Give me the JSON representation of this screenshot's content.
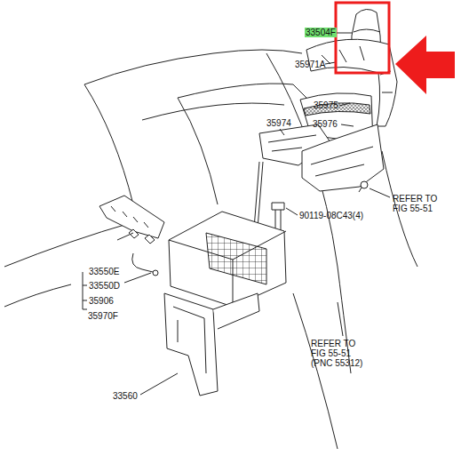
{
  "diagram": {
    "labels": [
      "33504F",
      "35971A",
      "35975",
      "35976",
      "35974",
      "REFER TO FIG 55-51",
      "90119-08C43(4)",
      "33550E",
      "33550D",
      "35906",
      "35970F",
      "33560",
      "REFER TO FIG 55-51 (PNC 55312)"
    ]
  }
}
